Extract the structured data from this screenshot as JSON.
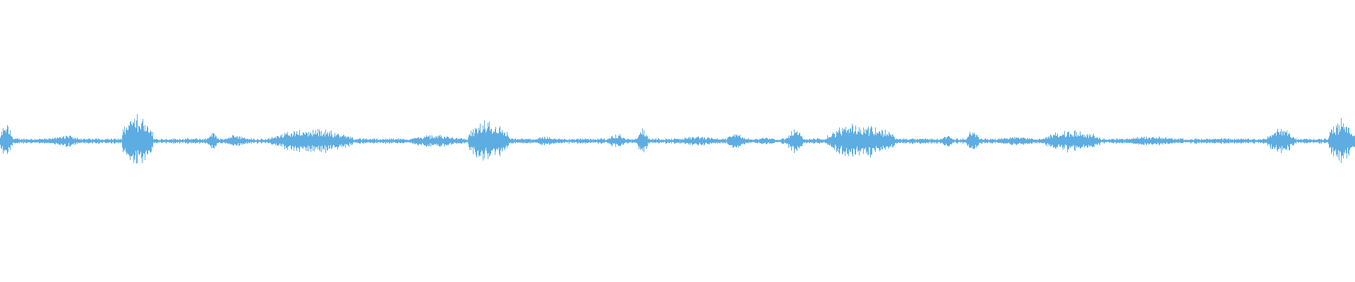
{
  "waveform": {
    "color": "#5dade2",
    "background": "#ffffff",
    "baseline_amplitude": 0.012,
    "segments": [
      {
        "start": 0.0,
        "end": 0.009,
        "amp": 0.11
      },
      {
        "start": 0.038,
        "end": 0.06,
        "amp": 0.04
      },
      {
        "start": 0.09,
        "end": 0.113,
        "amp": 0.17
      },
      {
        "start": 0.153,
        "end": 0.161,
        "amp": 0.06
      },
      {
        "start": 0.166,
        "end": 0.182,
        "amp": 0.04
      },
      {
        "start": 0.2,
        "end": 0.26,
        "amp": 0.08
      },
      {
        "start": 0.302,
        "end": 0.34,
        "amp": 0.04
      },
      {
        "start": 0.345,
        "end": 0.375,
        "amp": 0.13
      },
      {
        "start": 0.396,
        "end": 0.408,
        "amp": 0.03
      },
      {
        "start": 0.448,
        "end": 0.461,
        "amp": 0.05
      },
      {
        "start": 0.47,
        "end": 0.478,
        "amp": 0.09
      },
      {
        "start": 0.5,
        "end": 0.53,
        "amp": 0.03
      },
      {
        "start": 0.536,
        "end": 0.55,
        "amp": 0.05
      },
      {
        "start": 0.56,
        "end": 0.571,
        "amp": 0.03
      },
      {
        "start": 0.58,
        "end": 0.592,
        "amp": 0.08
      },
      {
        "start": 0.61,
        "end": 0.66,
        "amp": 0.11
      },
      {
        "start": 0.695,
        "end": 0.703,
        "amp": 0.04
      },
      {
        "start": 0.713,
        "end": 0.722,
        "amp": 0.07
      },
      {
        "start": 0.735,
        "end": 0.765,
        "amp": 0.03
      },
      {
        "start": 0.77,
        "end": 0.812,
        "amp": 0.07
      },
      {
        "start": 0.828,
        "end": 0.87,
        "amp": 0.03
      },
      {
        "start": 0.935,
        "end": 0.955,
        "amp": 0.08
      },
      {
        "start": 0.98,
        "end": 1.0,
        "amp": 0.14
      }
    ]
  }
}
